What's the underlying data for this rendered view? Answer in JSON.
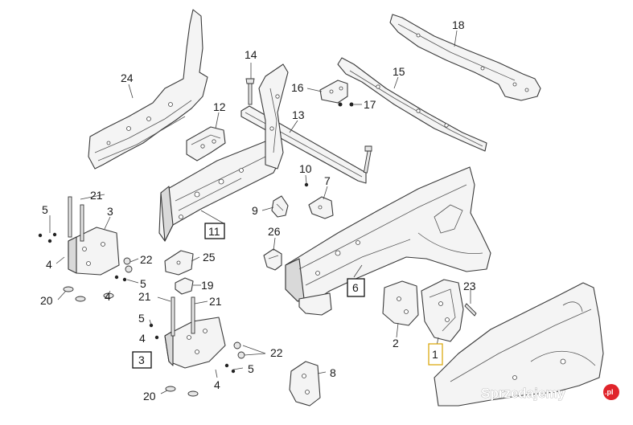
{
  "labels": {
    "l1": "1",
    "l2": "2",
    "l3": "3",
    "l3b": "3",
    "l4a": "4",
    "l4b": "4",
    "l4c": "4",
    "l5a": "5",
    "l5b": "5",
    "l5c": "5",
    "l5d": "5",
    "l6": "6",
    "l7": "7",
    "l8": "8",
    "l9": "9",
    "l10": "10",
    "l11": "11",
    "l12": "12",
    "l13": "13",
    "l14": "14",
    "l15": "15",
    "l16": "16",
    "l17": "17",
    "l18": "18",
    "l19": "19",
    "l20a": "20",
    "l20b": "20",
    "l21a": "21",
    "l21b": "21",
    "l21c": "21",
    "l22a": "22",
    "l22b": "22",
    "l23": "23",
    "l24": "24",
    "l25": "25",
    "l26": "26"
  },
  "watermark": {
    "text": "Sprzedajemy",
    "badge": ".pl",
    "color": "#e0242b"
  }
}
